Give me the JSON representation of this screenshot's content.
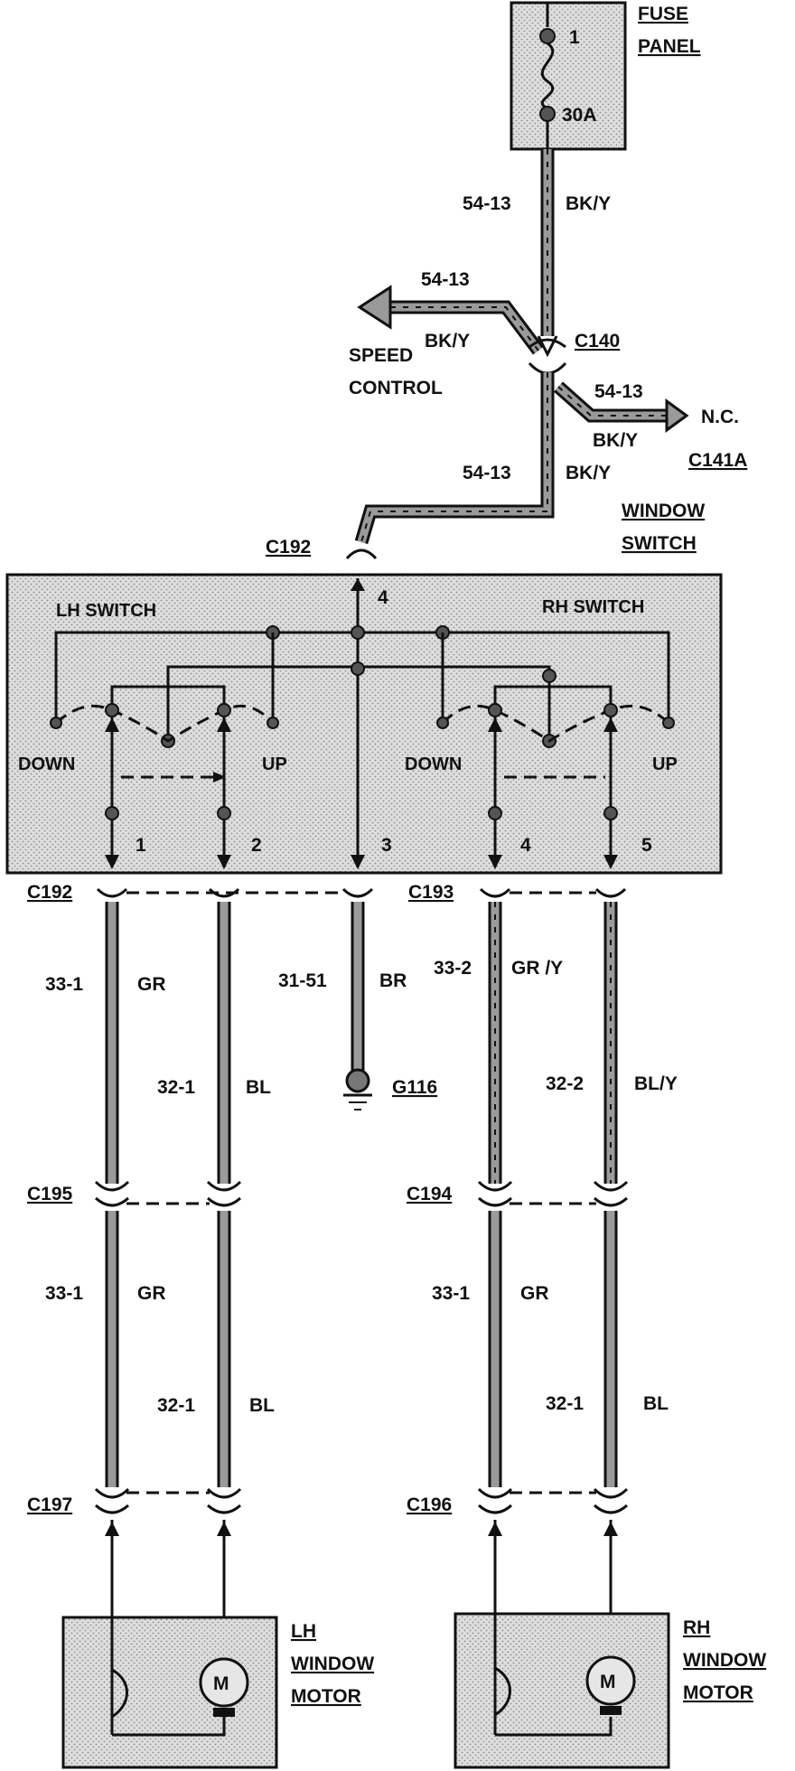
{
  "fuse_panel": {
    "title_line1": "FUSE",
    "title_line2": "PANEL",
    "fuse_number": "1",
    "fuse_rating": "30A"
  },
  "feed": {
    "circuit": "54-13",
    "color": "BK/Y"
  },
  "speed_control": {
    "circuit": "54-13",
    "color": "BK/Y",
    "label_line1": "SPEED",
    "label_line2": "CONTROL"
  },
  "branch_nc": {
    "circuit": "54-13",
    "color": "BK/Y",
    "label": "N.C.",
    "connector": "C141A"
  },
  "switch_feed": {
    "circuit": "54-13",
    "color": "BK/Y"
  },
  "connectors": {
    "c140": "C140",
    "c192_top": "C192",
    "c192": "C192",
    "c193": "C193",
    "c195": "C195",
    "c194": "C194",
    "c197": "C197",
    "c196": "C196",
    "g116": "G116"
  },
  "window_switch": {
    "title_line1": "WINDOW",
    "title_line2": "SWITCH",
    "lh_label": "LH SWITCH",
    "rh_label": "RH SWITCH",
    "lh_down": "DOWN",
    "lh_up": "UP",
    "rh_down": "DOWN",
    "rh_up": "UP",
    "pin_top": "4",
    "pins": [
      "1",
      "2",
      "3",
      "4",
      "5"
    ]
  },
  "wires_upper": [
    {
      "circuit": "33-1",
      "color": "GR"
    },
    {
      "circuit": "32-1",
      "color": "BL"
    },
    {
      "circuit": "31-51",
      "color": "BR"
    },
    {
      "circuit": "33-2",
      "color": "GR /Y"
    },
    {
      "circuit": "32-2",
      "color": "BL/Y"
    }
  ],
  "wires_lower": [
    {
      "circuit": "33-1",
      "color": "GR"
    },
    {
      "circuit": "32-1",
      "color": "BL"
    },
    {
      "circuit": "33-1",
      "color": "GR"
    },
    {
      "circuit": "32-1",
      "color": "BL"
    }
  ],
  "lh_motor": {
    "line1": "LH",
    "line2": "WINDOW",
    "line3": "MOTOR",
    "symbol": "M"
  },
  "rh_motor": {
    "line1": "RH",
    "line2": "WINDOW",
    "line3": "MOTOR",
    "symbol": "M"
  }
}
